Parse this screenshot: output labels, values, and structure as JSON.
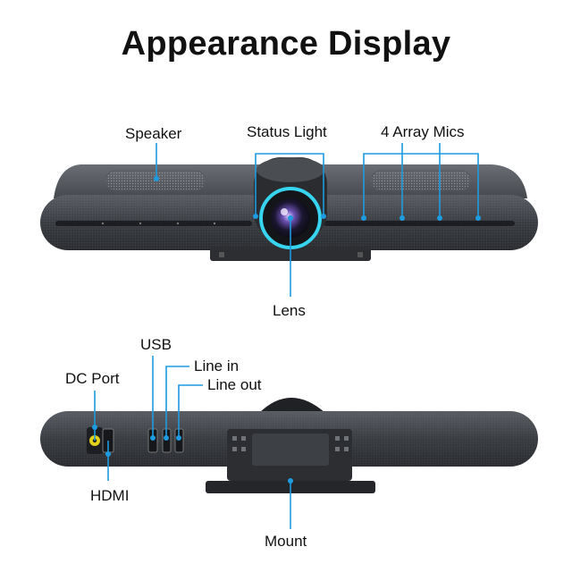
{
  "page": {
    "title": "Appearance Display"
  },
  "front_view": {
    "labels": {
      "speaker": "Speaker",
      "status_light": "Status Light",
      "array_mics": "4 Array Mics",
      "lens": "Lens"
    }
  },
  "back_view": {
    "labels": {
      "usb": "USB",
      "line_in": "Line in",
      "line_out": "Line out",
      "dc_port": "DC Port",
      "hdmi": "HDMI",
      "mount": "Mount"
    }
  },
  "colors": {
    "callout_line": "#1e9be0",
    "callout_dot": "#1e9be0",
    "lens_ring": "#36d4ee",
    "device_body": "#3a3d42",
    "device_dark": "#1c1e21",
    "dc_port": "#e3d21c"
  }
}
